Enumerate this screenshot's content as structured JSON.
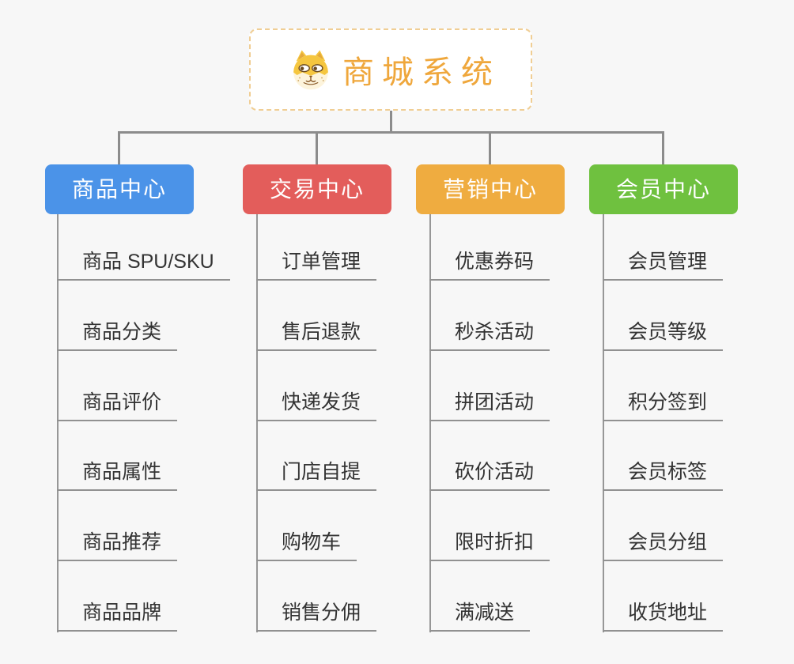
{
  "page": {
    "background_color": "#f7f7f7",
    "connector_color": "#8c8c8c"
  },
  "root": {
    "title": "商城系统",
    "icon": "shiba-dog-face",
    "text_color": "#efa73c",
    "border_color": "#f0ce94"
  },
  "branch_text_color": "#ffffff",
  "branches": [
    {
      "label": "商品中心",
      "color": "#4b93e8",
      "items": [
        "商品 SPU/SKU",
        "商品分类",
        "商品评价",
        "商品属性",
        "商品推荐",
        "商品品牌"
      ]
    },
    {
      "label": "交易中心",
      "color": "#e35d5b",
      "items": [
        "订单管理",
        "售后退款",
        "快递发货",
        "门店自提",
        "购物车",
        "销售分佣"
      ]
    },
    {
      "label": "营销中心",
      "color": "#efac40",
      "items": [
        "优惠券码",
        "秒杀活动",
        "拼团活动",
        "砍价活动",
        "限时折扣",
        "满减送"
      ]
    },
    {
      "label": "会员中心",
      "color": "#6fc13f",
      "items": [
        "会员管理",
        "会员等级",
        "积分签到",
        "会员标签",
        "会员分组",
        "收货地址"
      ]
    }
  ]
}
